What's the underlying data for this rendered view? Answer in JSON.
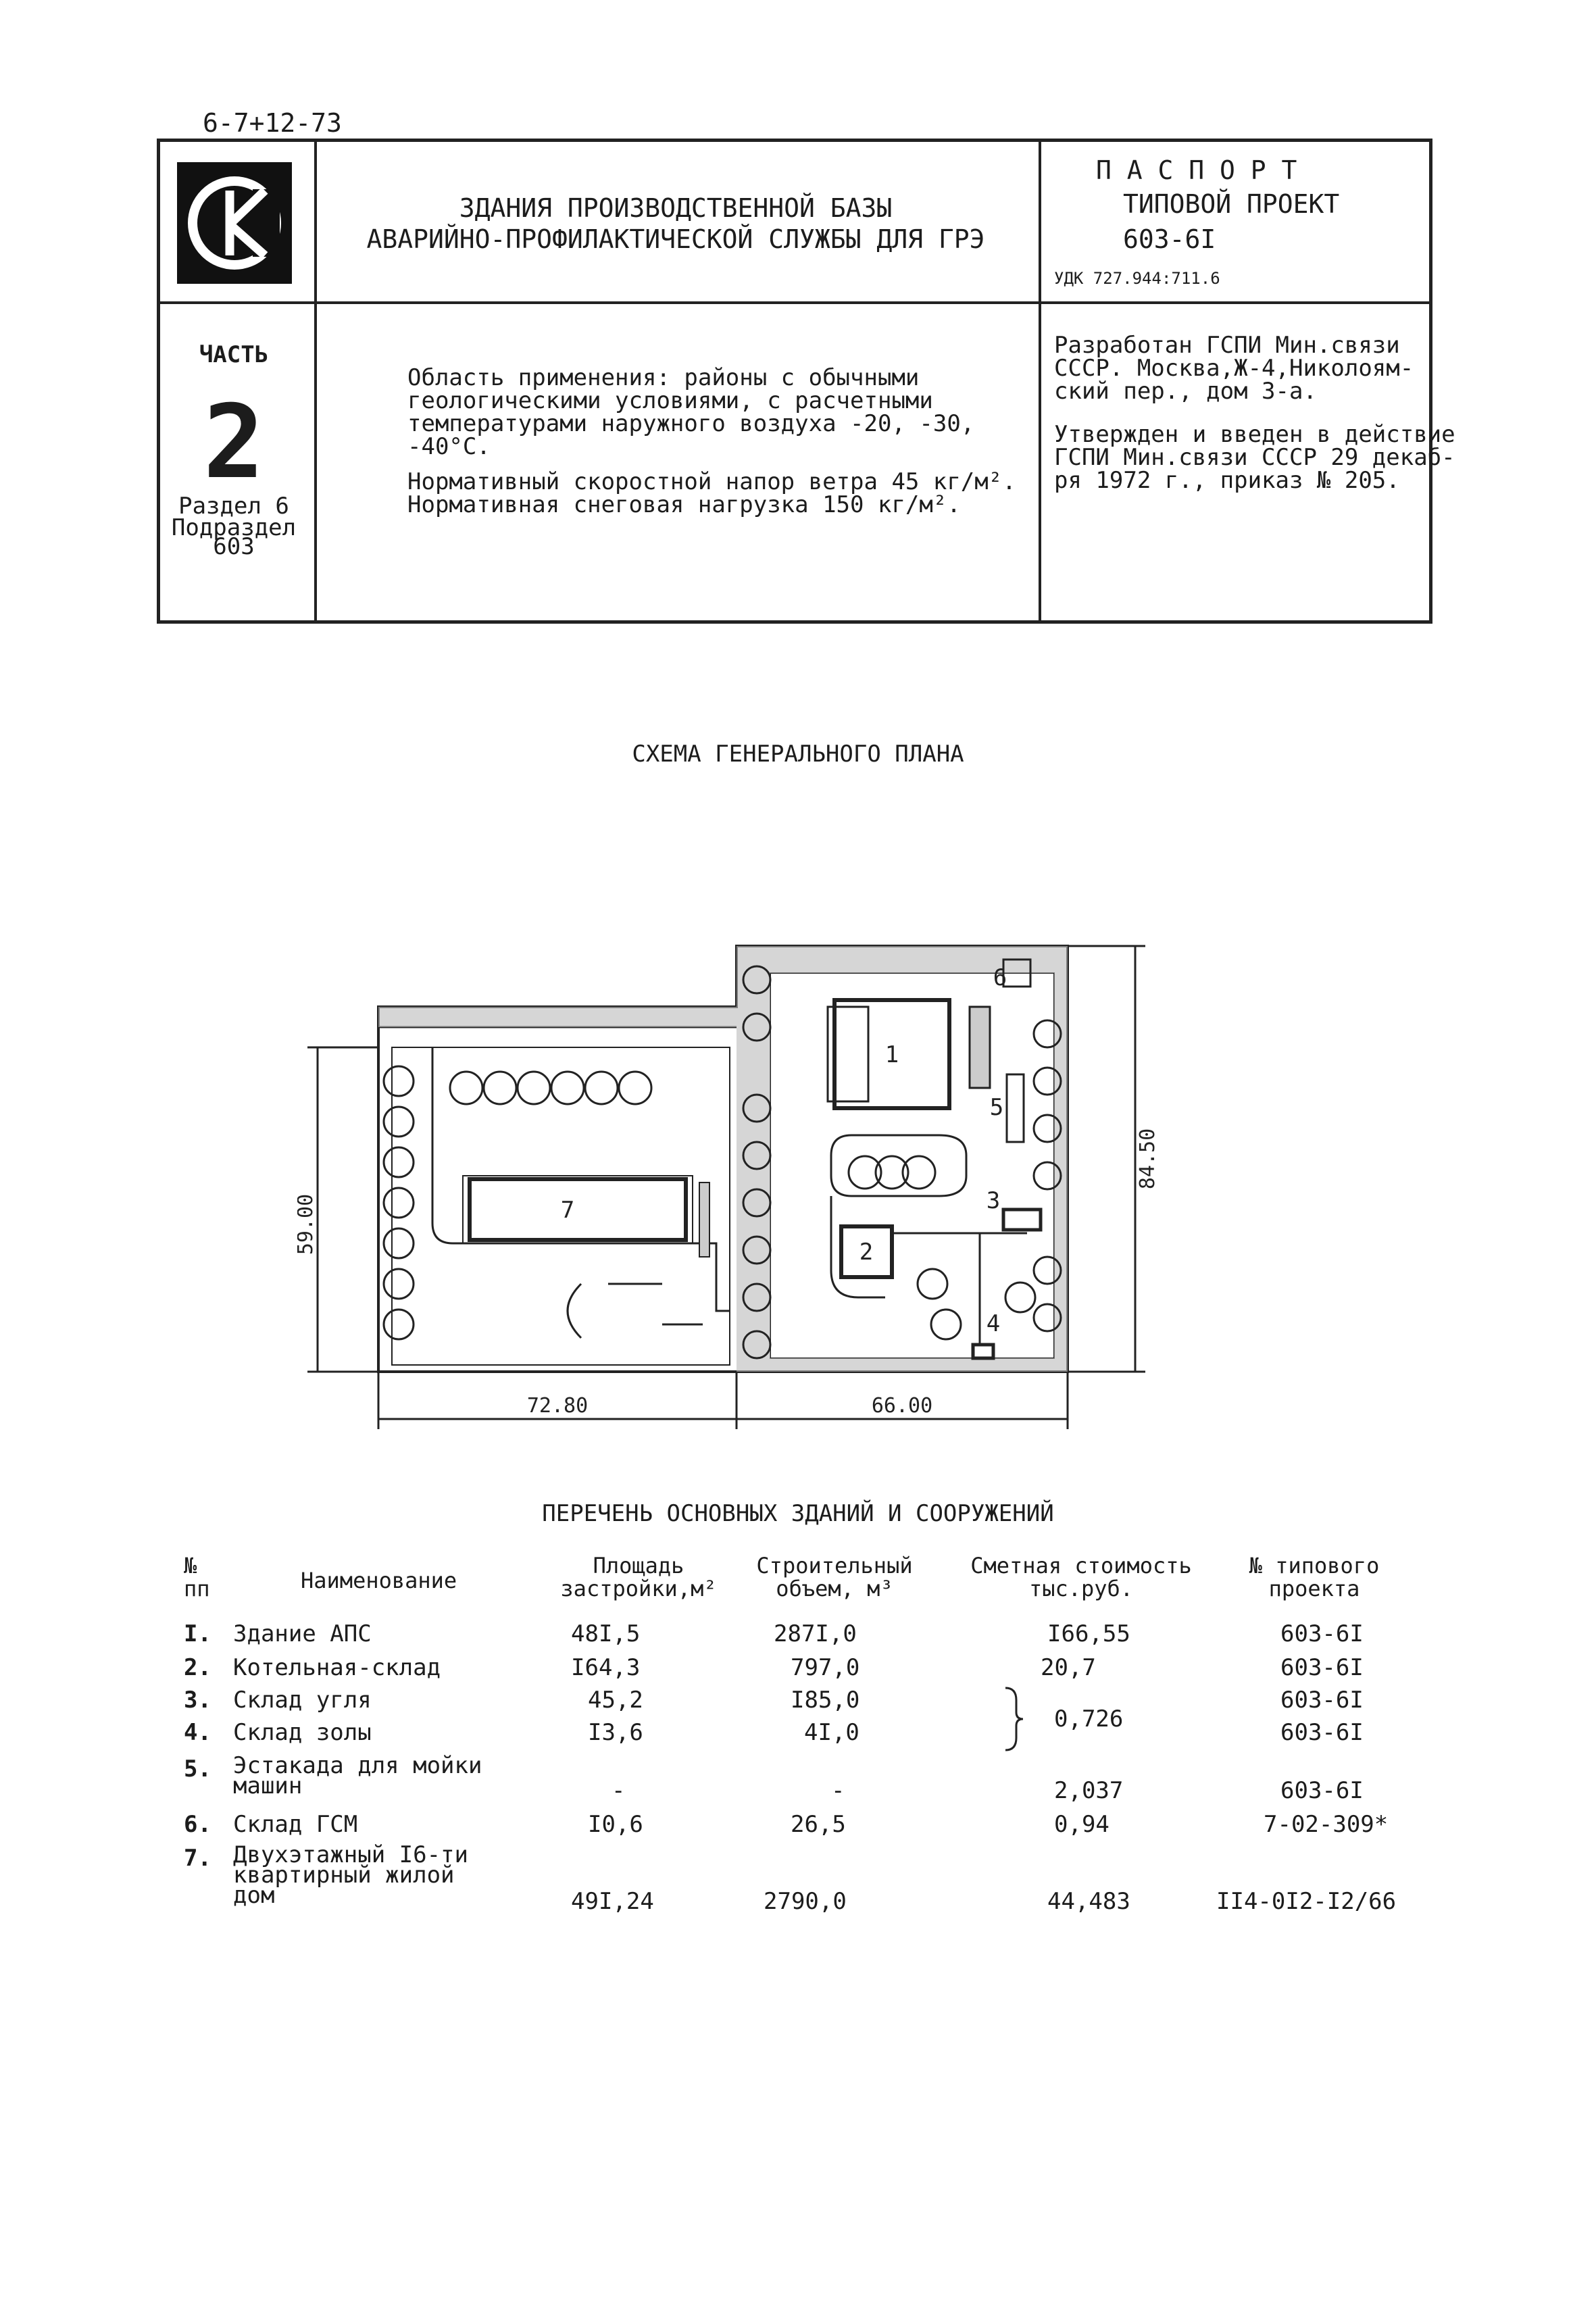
{
  "doc_code": "6-7+12-73",
  "header": {
    "title_line1": "ЗДАНИЯ ПРОИЗВОДСТВЕННОЙ БАЗЫ",
    "title_line2": "АВАРИЙНО-ПРОФИЛАКТИЧЕСКОЙ СЛУЖБЫ ДЛЯ ГРЭ",
    "passport": "П А С П О Р Т",
    "typical_project": "ТИПОВОЙ ПРОЕКТ",
    "project_number": "603-6I",
    "udk": "УДК 727.944:711.6",
    "part_label": "ЧАСТЬ",
    "part_number": "2",
    "section": "Раздел 6",
    "subsection_label": "Подраздел",
    "subsection_number": "603",
    "application_lines": [
      "Область применения: районы с обычными",
      "геологическими условиями, с расчетными",
      "температурами наружного воздуха -20, -30,",
      "-40°С."
    ],
    "load_lines": [
      "Нормативный скоростной напор ветра 45 кг/м².",
      "Нормативная снеговая нагрузка 150 кг/м²."
    ],
    "developed_lines": [
      "Разработан ГСПИ Мин.связи",
      "СССР. Москва,Ж-4,Николоям-",
      "ский пер., дом 3-а."
    ],
    "approved_lines": [
      "Утвержден и введен в действие",
      "ГСПИ Мин.связи СССР 29 декаб-",
      "ря 1972 г., приказ № 205."
    ]
  },
  "plan": {
    "title": "СХЕМА ГЕНЕРАЛЬНОГО ПЛАНА",
    "dim_left": "59.00",
    "dim_right": "84.50",
    "dim_bottom_left": "72.80",
    "dim_bottom_right": "66.00",
    "labels": [
      "1",
      "2",
      "3",
      "4",
      "5",
      "6",
      "7"
    ]
  },
  "table": {
    "title": "ПЕРЕЧЕНЬ ОСНОВНЫХ ЗДАНИЙ И СООРУЖЕНИЙ",
    "headers": {
      "no": "№ пп",
      "name": "Наименование",
      "area": "Площадь застройки,м²",
      "volume": "Строительный объем, м³",
      "cost": "Сметная стоимость тыс.руб.",
      "project": "№ типового проекта"
    },
    "rows": [
      {
        "no": "I.",
        "name": [
          "Здание АПС"
        ],
        "area": "48I,5",
        "volume": "287I,0",
        "cost": "I66,55",
        "project": "603-6I"
      },
      {
        "no": "2.",
        "name": [
          "Котельная-склад"
        ],
        "area": "I64,3",
        "volume": "797,0",
        "cost": "20,7",
        "project": "603-6I"
      },
      {
        "no": "3.",
        "name": [
          "Склад угля"
        ],
        "area": "45,2",
        "volume": "I85,0",
        "cost": "",
        "project": "603-6I"
      },
      {
        "no": "4.",
        "name": [
          "Склад золы"
        ],
        "area": "I3,6",
        "volume": "4I,0",
        "cost": "0,726",
        "project": "603-6I"
      },
      {
        "no": "5.",
        "name": [
          "Эстакада для мойки",
          "машин"
        ],
        "area": "-",
        "volume": "-",
        "cost": "2,037",
        "project": "603-6I"
      },
      {
        "no": "6.",
        "name": [
          "Склад ГСМ"
        ],
        "area": "I0,6",
        "volume": "26,5",
        "cost": "0,94",
        "project": "7-02-309*"
      },
      {
        "no": "7.",
        "name": [
          "Двухэтажный I6-ти",
          "квартирный жилой",
          "дом"
        ],
        "area": "49I,24",
        "volume": "2790,0",
        "cost": "44,483",
        "project": "II4-0I2-I2/66"
      }
    ]
  }
}
